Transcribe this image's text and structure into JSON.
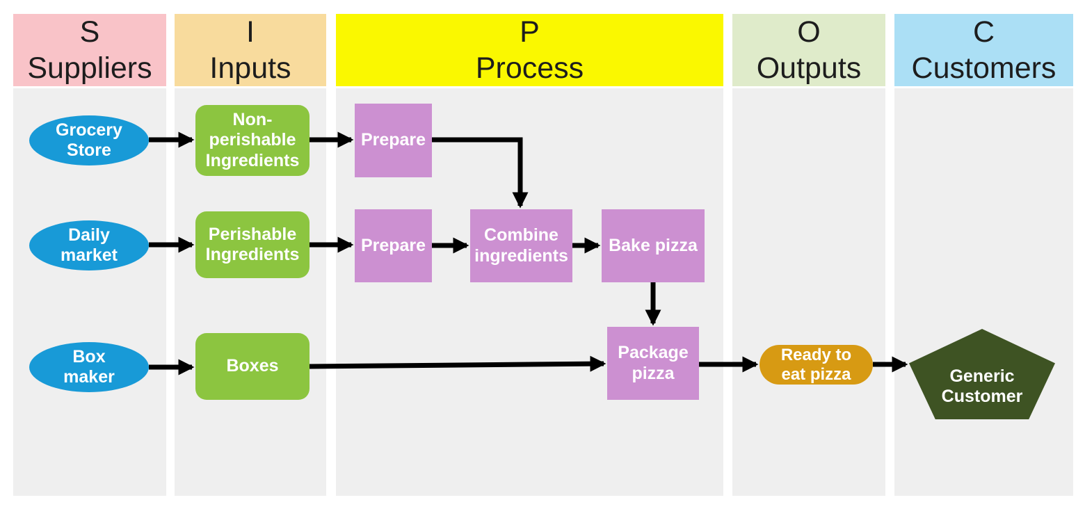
{
  "columns": [
    {
      "letter": "S",
      "title": "Suppliers",
      "color": "#F9C3C8"
    },
    {
      "letter": "I",
      "title": "Inputs",
      "color": "#F8DB9D"
    },
    {
      "letter": "P",
      "title": "Process",
      "color": "#FAF800"
    },
    {
      "letter": "O",
      "title": "Outputs",
      "color": "#DFEBCA"
    },
    {
      "letter": "C",
      "title": "Customers",
      "color": "#ABDFF5"
    }
  ],
  "colors": {
    "canvas_background": "#FFFFFF",
    "lane_background": "#EFEFEF",
    "header_text": "#1D1D1D",
    "node_text": "#FFFFFF",
    "arrow": "#000000",
    "supplier_blue": "#189AD7",
    "input_green": "#8CC540",
    "process_purple": "#CC90D1",
    "output_gold": "#D79A13",
    "customer_olive": "#3E5323"
  },
  "nodes": {
    "grocery_store": {
      "label": "Grocery\nStore",
      "shape": "ellipse",
      "column": "Suppliers",
      "color": "#189AD7"
    },
    "daily_market": {
      "label": "Daily\nmarket",
      "shape": "ellipse",
      "column": "Suppliers",
      "color": "#189AD7"
    },
    "box_maker": {
      "label": "Box\nmaker",
      "shape": "ellipse",
      "column": "Suppliers",
      "color": "#189AD7"
    },
    "non_perishable": {
      "label": "Non-\nperishable\nIngredients",
      "shape": "rounded-rect",
      "column": "Inputs",
      "color": "#8CC540"
    },
    "perishable": {
      "label": "Perishable\nIngredients",
      "shape": "rounded-rect",
      "column": "Inputs",
      "color": "#8CC540"
    },
    "boxes": {
      "label": "Boxes",
      "shape": "rounded-rect",
      "column": "Inputs",
      "color": "#8CC540"
    },
    "prepare_1": {
      "label": "Prepare",
      "shape": "rect",
      "column": "Process",
      "color": "#CC90D1"
    },
    "prepare_2": {
      "label": "Prepare",
      "shape": "rect",
      "column": "Process",
      "color": "#CC90D1"
    },
    "combine": {
      "label": "Combine\ningredients",
      "shape": "rect",
      "column": "Process",
      "color": "#CC90D1"
    },
    "bake": {
      "label": "Bake pizza",
      "shape": "rect",
      "column": "Process",
      "color": "#CC90D1"
    },
    "package": {
      "label": "Package\npizza",
      "shape": "rect",
      "column": "Process",
      "color": "#CC90D1"
    },
    "ready_to_eat": {
      "label": "Ready to\neat pizza",
      "shape": "stadium",
      "column": "Outputs",
      "color": "#D79A13"
    },
    "generic_customer": {
      "label": "Generic\nCustomer",
      "shape": "pentagon",
      "column": "Customers",
      "color": "#3E5323"
    }
  },
  "edges": [
    {
      "from": "grocery_store",
      "to": "non_perishable"
    },
    {
      "from": "non_perishable",
      "to": "prepare_1"
    },
    {
      "from": "prepare_1",
      "to": "combine"
    },
    {
      "from": "daily_market",
      "to": "perishable"
    },
    {
      "from": "perishable",
      "to": "prepare_2"
    },
    {
      "from": "prepare_2",
      "to": "combine"
    },
    {
      "from": "combine",
      "to": "bake"
    },
    {
      "from": "bake",
      "to": "package"
    },
    {
      "from": "box_maker",
      "to": "boxes"
    },
    {
      "from": "boxes",
      "to": "package"
    },
    {
      "from": "package",
      "to": "ready_to_eat"
    },
    {
      "from": "ready_to_eat",
      "to": "generic_customer"
    }
  ]
}
